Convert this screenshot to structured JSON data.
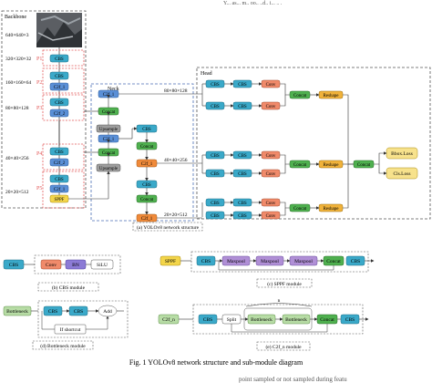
{
  "header": {
    "fragment": "Y... as... m.. oo.. ..d.. i...  .. ."
  },
  "sections": {
    "backbone": "Backbone",
    "neck": "Neck",
    "head": "Head",
    "network_caption": "(a) YOLOv8 network structure",
    "cbs_caption": "(b) CBS module",
    "sppf_caption": "(c) SPPF module",
    "bottleneck_caption": "(d) Bottleneck module",
    "c2f_caption": "(e) C2f_n module"
  },
  "sizes": {
    "input": "640×640×3",
    "s320": "320×320×32",
    "s160": "160×160×64",
    "s80": "80×80×128",
    "s40": "40×40×256",
    "s20": "20×20×512",
    "neck80": "80×80×128",
    "neck40": "40×40×256",
    "neck20": "20×20×512"
  },
  "pyramid_labels": {
    "p1": "P1",
    "p2": "P2",
    "p3": "P3",
    "p4": "P4",
    "p5": "P5"
  },
  "blocks": {
    "cbs": "CBS",
    "c2f1": "C2f_1",
    "c2f2": "C2f_2",
    "sppf": "SPPF",
    "concat": "Concat",
    "upsample": "Upsample",
    "conv": "Conv",
    "reshape": "Reshape",
    "bn": "BN",
    "silu": "SiLU",
    "maxpool": "Maxpool",
    "bottleneck": "Bottleneck",
    "add": "Add",
    "if_shortcut": "If shortcut",
    "split": "Split",
    "c2f_n": "C2f_n",
    "n_label": "n",
    "bbox_loss": "Bbox.Loss",
    "cls_loss": "Cls.Loss"
  },
  "figure_caption": "Fig. 1    YOLOv8 network structure and sub-module diagram",
  "footer_fragment": "point sampled or not sampled during featu",
  "colors": {
    "cbs": "#3aa9c9",
    "c2f": "#5a8fd6",
    "concat": "#4fb04f",
    "upsample": "#9e9e9e",
    "conv": "#f08a6a",
    "reshape": "#f0b23a",
    "sppf": "#f3d54a",
    "bn": "#8c7bd6",
    "silu": "#ffffff",
    "maxpool": "#b08fd6",
    "c2f_green": "#b7dca5",
    "bbox": "#f7e28c",
    "cls": "#f7e28c",
    "backbone_box": "#e35a5a",
    "neck_box": "#4b6fb5"
  }
}
